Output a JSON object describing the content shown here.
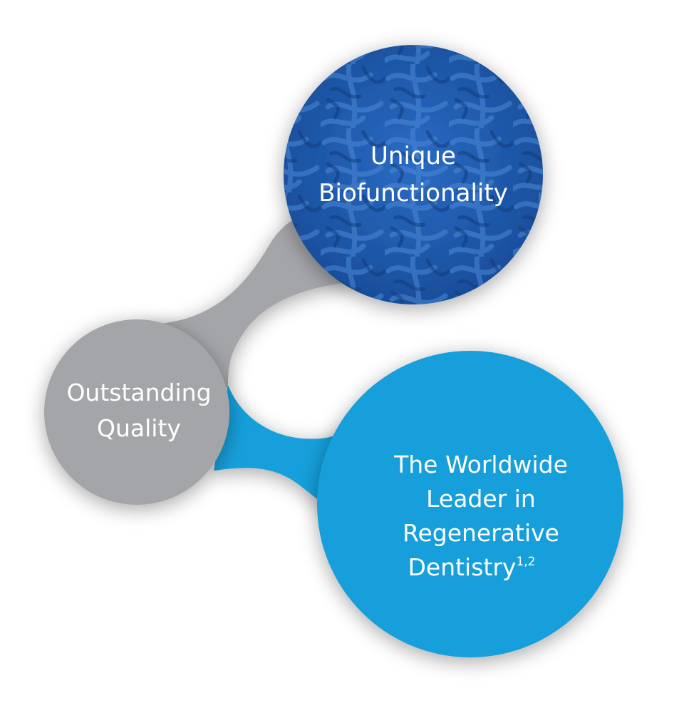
{
  "colors": {
    "gray": "#a3a5a8",
    "light_blue": "#139fda",
    "dark_blue": "#1b58a9",
    "text": "#ffffff"
  },
  "nodes": {
    "biofunctionality": {
      "line1": "Unique",
      "line2": "Biofunctionality"
    },
    "quality": {
      "line1": "Outstanding",
      "line2": "Quality"
    },
    "leader": {
      "line1": "The Worldwide",
      "line2": "Leader in",
      "line3": "Regenerative",
      "line4": "Dentistry",
      "superscript": "1,2"
    }
  }
}
